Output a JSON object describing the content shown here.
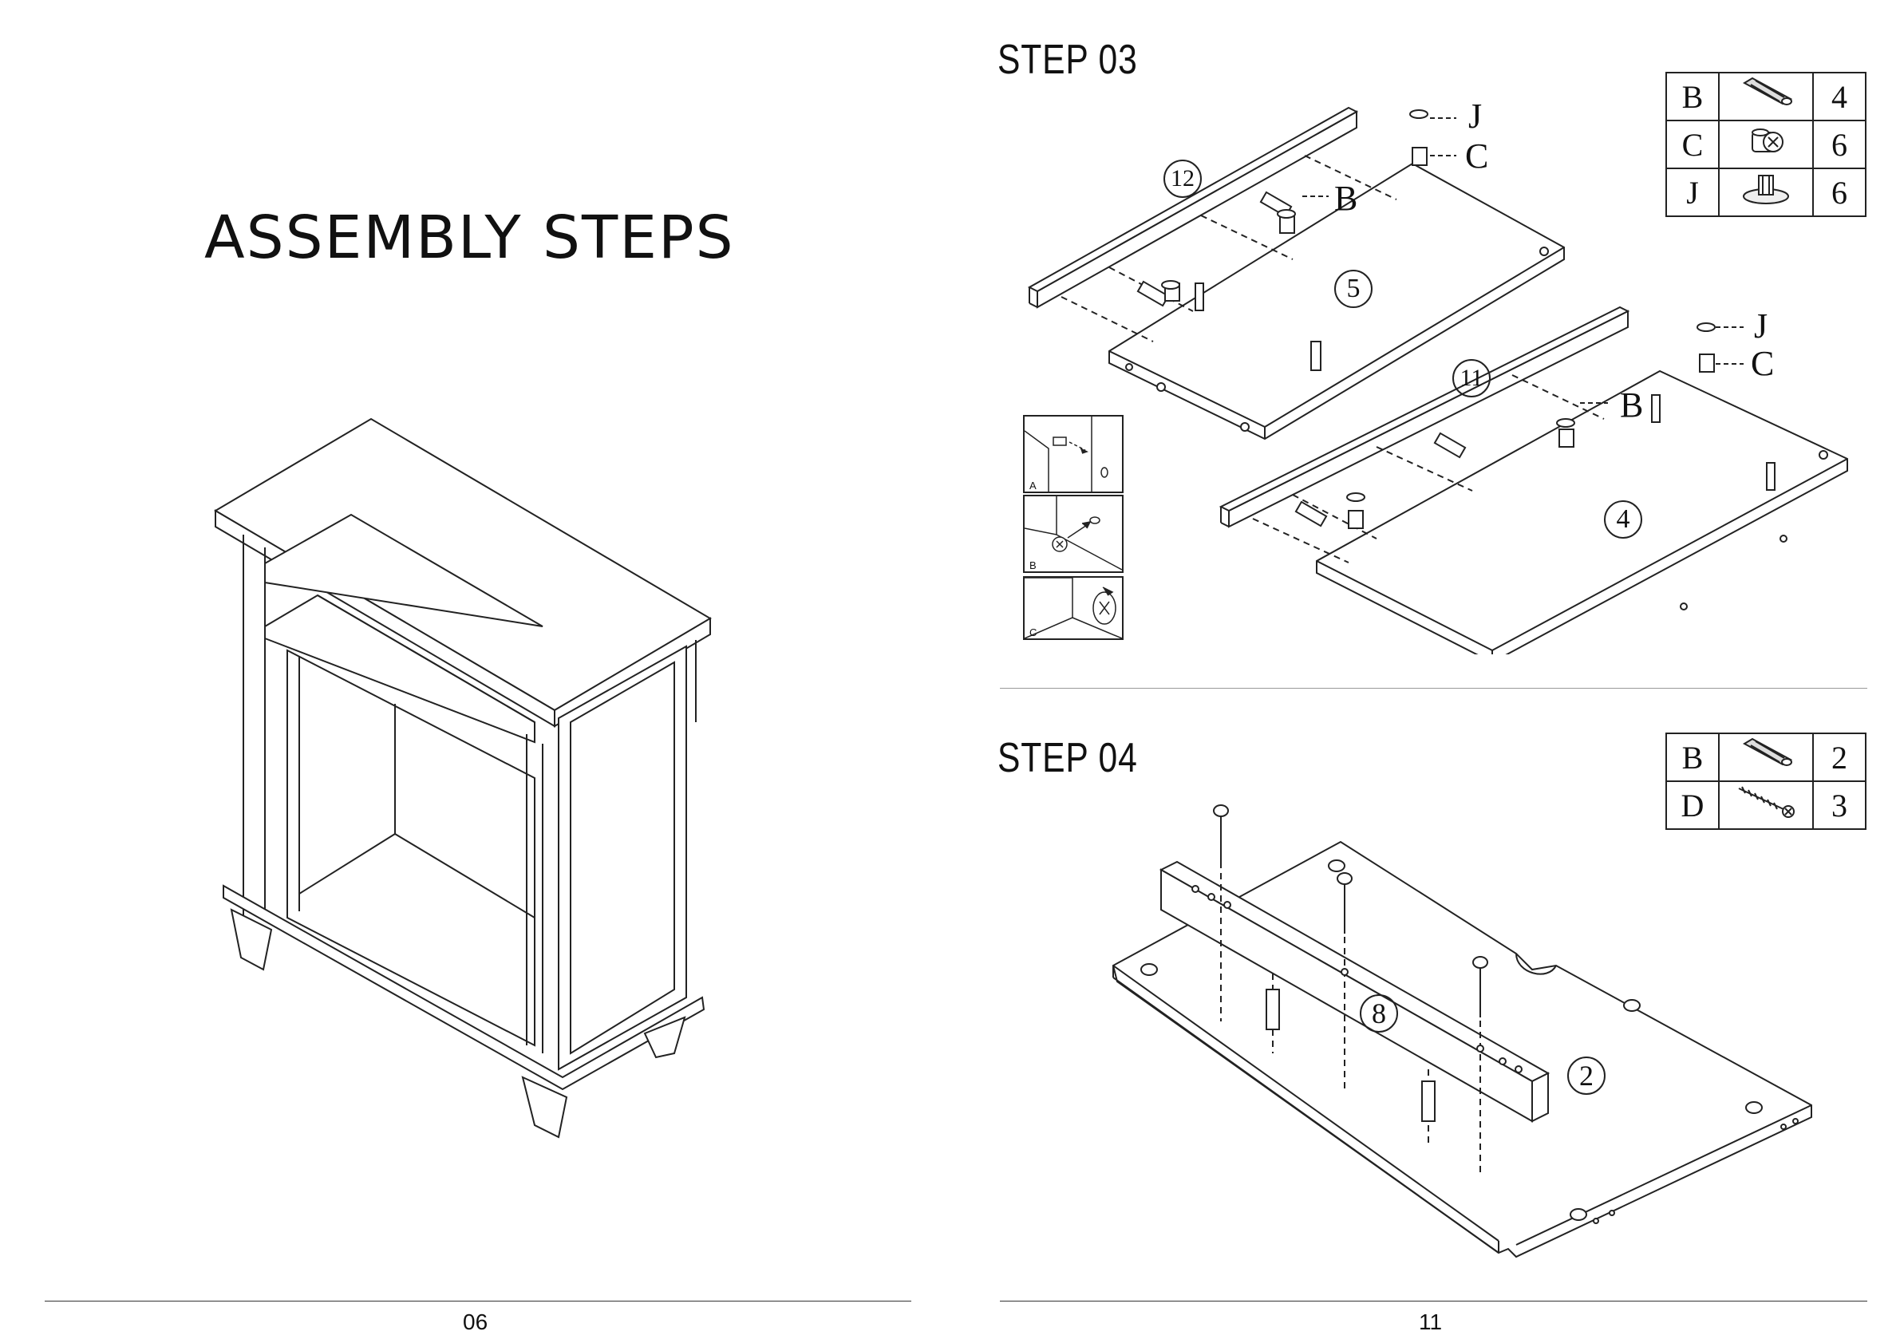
{
  "left_page": {
    "title": "ASSEMBLY STEPS",
    "page_number": "06"
  },
  "right_page": {
    "page_number": "11",
    "step3": {
      "title": "STEP 03",
      "parts": [
        {
          "letter": "B",
          "icon": "dowel-icon",
          "qty": "4"
        },
        {
          "letter": "C",
          "icon": "cam-lock-icon",
          "qty": "6"
        },
        {
          "letter": "J",
          "icon": "cam-cap-icon",
          "qty": "6"
        }
      ],
      "panel_labels": [
        "12",
        "5",
        "11",
        "4"
      ],
      "callouts": [
        "J",
        "C",
        "B",
        "J",
        "C",
        "B"
      ],
      "detail_labels": [
        "A",
        "B",
        "C"
      ]
    },
    "step4": {
      "title": "STEP 04",
      "parts": [
        {
          "letter": "B",
          "icon": "dowel-icon",
          "qty": "2"
        },
        {
          "letter": "D",
          "icon": "screw-icon",
          "qty": "3"
        }
      ],
      "panel_labels": [
        "8",
        "2"
      ]
    }
  }
}
